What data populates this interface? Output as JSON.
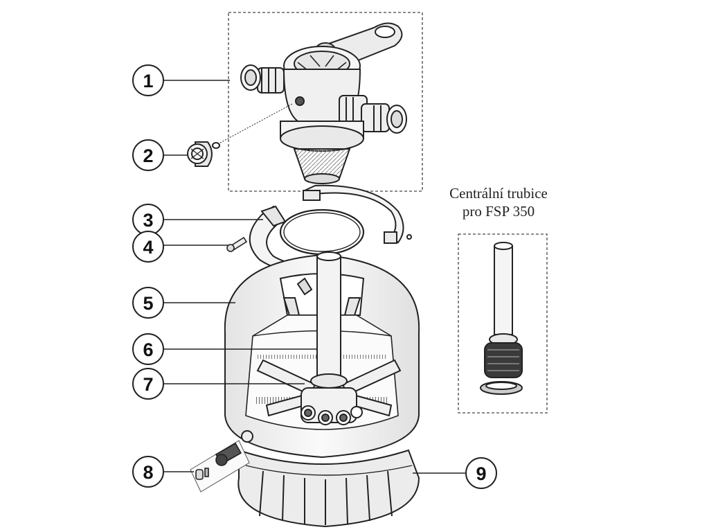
{
  "callouts": [
    {
      "number": "1",
      "part": "multiport valve"
    },
    {
      "number": "2",
      "part": "pressure gauge"
    },
    {
      "number": "3",
      "part": "clamp ring"
    },
    {
      "number": "4",
      "part": "clamp screw"
    },
    {
      "number": "5",
      "part": "filter tank"
    },
    {
      "number": "6",
      "part": "central pipe"
    },
    {
      "number": "7",
      "part": "lateral hub"
    },
    {
      "number": "8",
      "part": "drain plug"
    },
    {
      "number": "9",
      "part": "tank base"
    }
  ],
  "inset": {
    "caption_line1": "Centrální trubice",
    "caption_line2": "pro FSP 350"
  },
  "colors": {
    "line": "#222222",
    "fill_light": "#f2f2f2",
    "fill_mid": "#d9d9d9",
    "fill_dark": "#3a3a3a"
  }
}
